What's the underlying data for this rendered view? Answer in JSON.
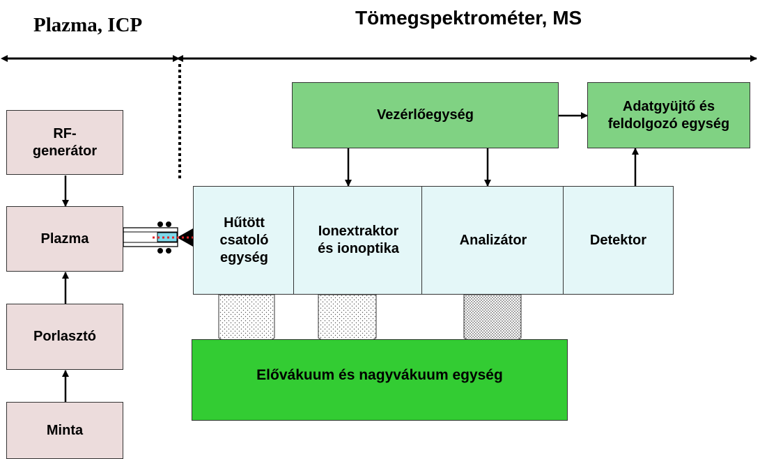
{
  "titles": {
    "icp": "Plazma, ICP",
    "ms": "Tömegspektrométer, MS"
  },
  "icp_blocks": {
    "rf_generator": "RF-\ngenerátor",
    "plazma": "Plazma",
    "porlaszto": "Porlasztó",
    "minta": "Minta"
  },
  "ms_blocks": {
    "hutott": "Hűtött\ncsatoló\negység",
    "ionextraktor": "Ionextraktor\nés ionoptika",
    "analizator": "Analizátor",
    "detektor": "Detektor",
    "vezerlo": "Vezérlőegység",
    "adatgyujto": "Adatgyüjtő és\nfeldolgozó egység",
    "vakuum": "Elővákuum és nagyvákuum egység"
  },
  "colors": {
    "icp_box": "#ecdcdc",
    "ms_box": "#e4f7f8",
    "control_box": "#80d283",
    "vacuum_box": "#33cc33",
    "ion_beam": "#e0262b"
  }
}
